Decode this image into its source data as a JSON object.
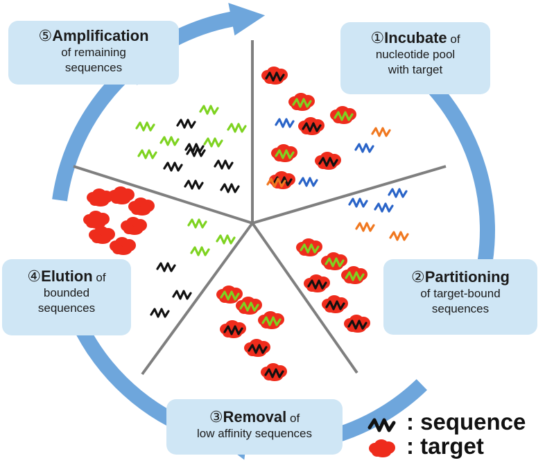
{
  "steps": {
    "amplification": {
      "num": "⑤",
      "title": "Amplification",
      "rest": "",
      "line2": "of remaining",
      "line3": "sequences"
    },
    "incubate": {
      "num": "①",
      "title": "Incubate",
      "rest": " of",
      "line2": "nucleotide pool",
      "line3": "with target"
    },
    "partitioning": {
      "num": "②",
      "title": "Partitioning",
      "rest": "",
      "line2": "of target-bound",
      "line3": "sequences"
    },
    "removal": {
      "num": "③",
      "title": "Removal",
      "rest": " of",
      "line2": "low affinity sequences",
      "line3": ""
    },
    "elution": {
      "num": "④",
      "title": "Elution",
      "rest": " of",
      "line2": "bounded",
      "line3": "sequences"
    }
  },
  "legend": {
    "sequence_label": ": sequence",
    "target_label": ": target",
    "sequence_icon": "black-wave-icon",
    "target_icon": "red-blob-icon"
  },
  "colors": {
    "arrow": "#6ea6dc",
    "box": "#cfe6f5",
    "divider": "#7f7f7f",
    "target": "#ee2c1c",
    "seq_black": "#111111",
    "seq_green": "#7ed321",
    "seq_blue": "#2a64c8",
    "seq_orange": "#f07820"
  }
}
